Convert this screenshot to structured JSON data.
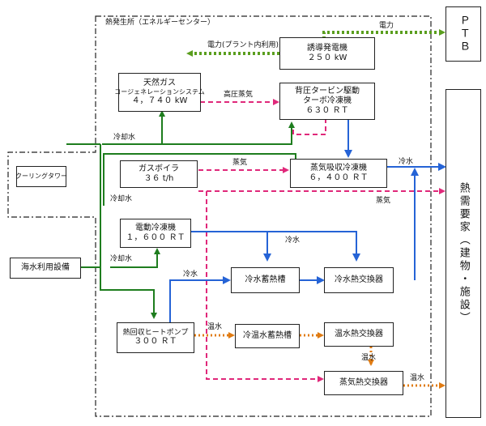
{
  "plant_title": "熱発生所（エネルギーセンター）",
  "boxes": {
    "ptb": {
      "l1": "ＰＴＢ"
    },
    "consumer": {
      "l1": "熱需要家（建物・施設）"
    },
    "induction_gen": {
      "l1": "誘導発電機",
      "l2": "２５０ kW"
    },
    "gas_cogen": {
      "l1": "天然ガス",
      "l2": "コージェネレーションシステム",
      "l3": "４，７４０ kW"
    },
    "backpressure_turbine": {
      "l1": "背圧タービン駆動",
      "l2": "ターボ冷凍機",
      "l3": "６３０ ＲＴ"
    },
    "gas_boiler": {
      "l1": "ガスボイラ",
      "l2": "３６ t/h"
    },
    "steam_absorption": {
      "l1": "蒸気吸収冷凍機",
      "l2": "６，４００ ＲＴ"
    },
    "cooling_tower": {
      "l1": "クーリングタワー"
    },
    "electric_chiller": {
      "l1": "電動冷凍機",
      "l2": "１，６００ ＲＴ"
    },
    "seawater": {
      "l1": "海水利用設備"
    },
    "chilled_storage": {
      "l1": "冷水蓄熱槽"
    },
    "chilled_hx": {
      "l1": "冷水熱交換器"
    },
    "heat_pump": {
      "l1": "熱回収ヒートポンプ",
      "l2": "３００ ＲＴ"
    },
    "cold_hot_storage": {
      "l1": "冷温水蓄熱槽"
    },
    "hot_hx": {
      "l1": "温水熱交換器"
    },
    "steam_hx": {
      "l1": "蒸気熱交換器"
    }
  },
  "labels": {
    "power": "電力",
    "power_internal": "電力(プラント内利用)",
    "hp_steam": "高圧蒸気",
    "steam_1": "蒸気",
    "steam_2": "蒸気",
    "cw_1": "冷却水",
    "cw_2": "冷却水",
    "cw_3": "冷却水",
    "chw_1": "冷水",
    "chw_2": "冷水",
    "chw_3": "冷水",
    "hw_1": "温水",
    "hw_2": "温水",
    "hw_3": "温水"
  },
  "colors": {
    "power": "#5a9e1e",
    "steam": "#e0287a",
    "cooling_water": "#1e7d1e",
    "chilled_water": "#2563d6",
    "hot_water": "#e07b12",
    "border": "#222222"
  }
}
